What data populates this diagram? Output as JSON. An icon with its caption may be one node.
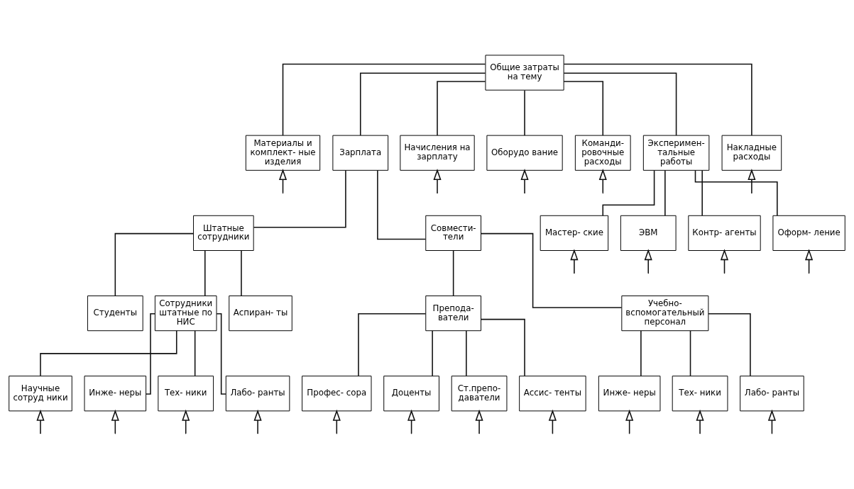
{
  "diagram": {
    "nodes": [
      {
        "text": [
          "Общие затраты на тему"
        ]
      },
      {
        "text": [
          "Материалы и комплект- ные изделия"
        ]
      },
      {
        "text": [
          "Зарплата"
        ]
      },
      {
        "text": [
          "Начисления на зарплату"
        ]
      },
      {
        "text": [
          "Оборудо вание"
        ]
      },
      {
        "text": [
          "Команди- ровочные расходы"
        ]
      },
      {
        "text": [
          "Эксперимен- тальные работы"
        ]
      },
      {
        "text": [
          "Накладные расходы"
        ]
      },
      {
        "text": [
          "Штатные сотрудники"
        ]
      },
      {
        "text": [
          "Совмести- тели"
        ]
      },
      {
        "text": [
          "Мастер- ские"
        ]
      },
      {
        "text": [
          "ЭВМ"
        ]
      },
      {
        "text": [
          "Контр- агенты"
        ]
      },
      {
        "text": [
          "Оформ- ление"
        ]
      },
      {
        "text": [
          "Студенты"
        ]
      },
      {
        "text": [
          "Сотрудники штатные по НИС"
        ]
      },
      {
        "text": [
          "Аспиран- ты"
        ]
      },
      {
        "text": [
          "Препода- ватели"
        ]
      },
      {
        "text": [
          "Учебно- вспомогательный персонал"
        ]
      },
      {
        "text": [
          "Научные сотруд ники"
        ]
      },
      {
        "text": [
          "Инже- неры"
        ]
      },
      {
        "text": [
          "Тех- ники"
        ]
      },
      {
        "text": [
          "Лабо- ранты"
        ]
      },
      {
        "text": [
          "Профес- сора"
        ]
      },
      {
        "text": [
          "Доценты"
        ]
      },
      {
        "text": [
          "Ст.препо- даватели"
        ]
      },
      {
        "text": [
          "Ассис- тенты"
        ]
      },
      {
        "text": [
          "Инже- неры"
        ]
      },
      {
        "text": [
          "Тех- ники"
        ]
      },
      {
        "text": [
          "Лабо- ранты"
        ]
      }
    ],
    "edges": [
      {
        "from": 0,
        "to": 1,
        "arrow": "none"
      },
      {
        "from": 0,
        "to": 2,
        "arrow": "none"
      },
      {
        "from": 0,
        "to": 3,
        "arrow": "none"
      },
      {
        "from": 0,
        "to": 4,
        "arrow": "none"
      },
      {
        "from": 0,
        "to": 5,
        "arrow": "none"
      },
      {
        "from": 0,
        "to": 6,
        "arrow": "none"
      },
      {
        "from": 0,
        "to": 7,
        "arrow": "none"
      },
      {
        "from": 2,
        "to": 8,
        "arrow": "none"
      },
      {
        "from": 2,
        "to": 9,
        "arrow": "none"
      },
      {
        "from": 6,
        "to": 10,
        "arrow": "none"
      },
      {
        "from": 6,
        "to": 11,
        "arrow": "none"
      },
      {
        "from": 6,
        "to": 12,
        "arrow": "none"
      },
      {
        "from": 6,
        "to": 13,
        "arrow": "none"
      },
      {
        "from": 8,
        "to": 14,
        "arrow": "none"
      },
      {
        "from": 8,
        "to": 15,
        "arrow": "none"
      },
      {
        "from": 8,
        "to": 16,
        "arrow": "none"
      },
      {
        "from": 9,
        "to": 17,
        "arrow": "none"
      },
      {
        "from": 9,
        "to": 18,
        "arrow": "none"
      },
      {
        "from": 15,
        "to": 19,
        "arrow": "none"
      },
      {
        "from": 15,
        "to": 20,
        "arrow": "none"
      },
      {
        "from": 15,
        "to": 21,
        "arrow": "none"
      },
      {
        "from": 15,
        "to": 22,
        "arrow": "none"
      },
      {
        "from": 17,
        "to": 23,
        "arrow": "none"
      },
      {
        "from": 17,
        "to": 24,
        "arrow": "none"
      },
      {
        "from": 17,
        "to": 25,
        "arrow": "none"
      },
      {
        "from": 17,
        "to": 26,
        "arrow": "none"
      },
      {
        "from": 18,
        "to": 27,
        "arrow": "none"
      },
      {
        "from": 18,
        "to": 28,
        "arrow": "none"
      },
      {
        "from": 18,
        "to": 29,
        "arrow": "none"
      },
      {
        "from": null,
        "to": 1,
        "arrow": "to"
      },
      {
        "from": null,
        "to": 3,
        "arrow": "to"
      },
      {
        "from": null,
        "to": 4,
        "arrow": "to"
      },
      {
        "from": null,
        "to": 5,
        "arrow": "to"
      },
      {
        "from": null,
        "to": 7,
        "arrow": "to"
      },
      {
        "from": null,
        "to": 10,
        "arrow": "to"
      },
      {
        "from": null,
        "to": 11,
        "arrow": "to"
      },
      {
        "from": null,
        "to": 12,
        "arrow": "to"
      },
      {
        "from": null,
        "to": 13,
        "arrow": "to"
      },
      {
        "from": null,
        "to": 19,
        "arrow": "to"
      },
      {
        "from": null,
        "to": 20,
        "arrow": "to"
      },
      {
        "from": null,
        "to": 21,
        "arrow": "to"
      },
      {
        "from": null,
        "to": 22,
        "arrow": "to"
      },
      {
        "from": null,
        "to": 23,
        "arrow": "to"
      },
      {
        "from": null,
        "to": 24,
        "arrow": "to"
      },
      {
        "from": null,
        "to": 25,
        "arrow": "to"
      },
      {
        "from": null,
        "to": 26,
        "arrow": "to"
      },
      {
        "from": null,
        "to": 27,
        "arrow": "to"
      },
      {
        "from": null,
        "to": 28,
        "arrow": "to"
      },
      {
        "from": null,
        "to": 29,
        "arrow": "to"
      }
    ]
  }
}
